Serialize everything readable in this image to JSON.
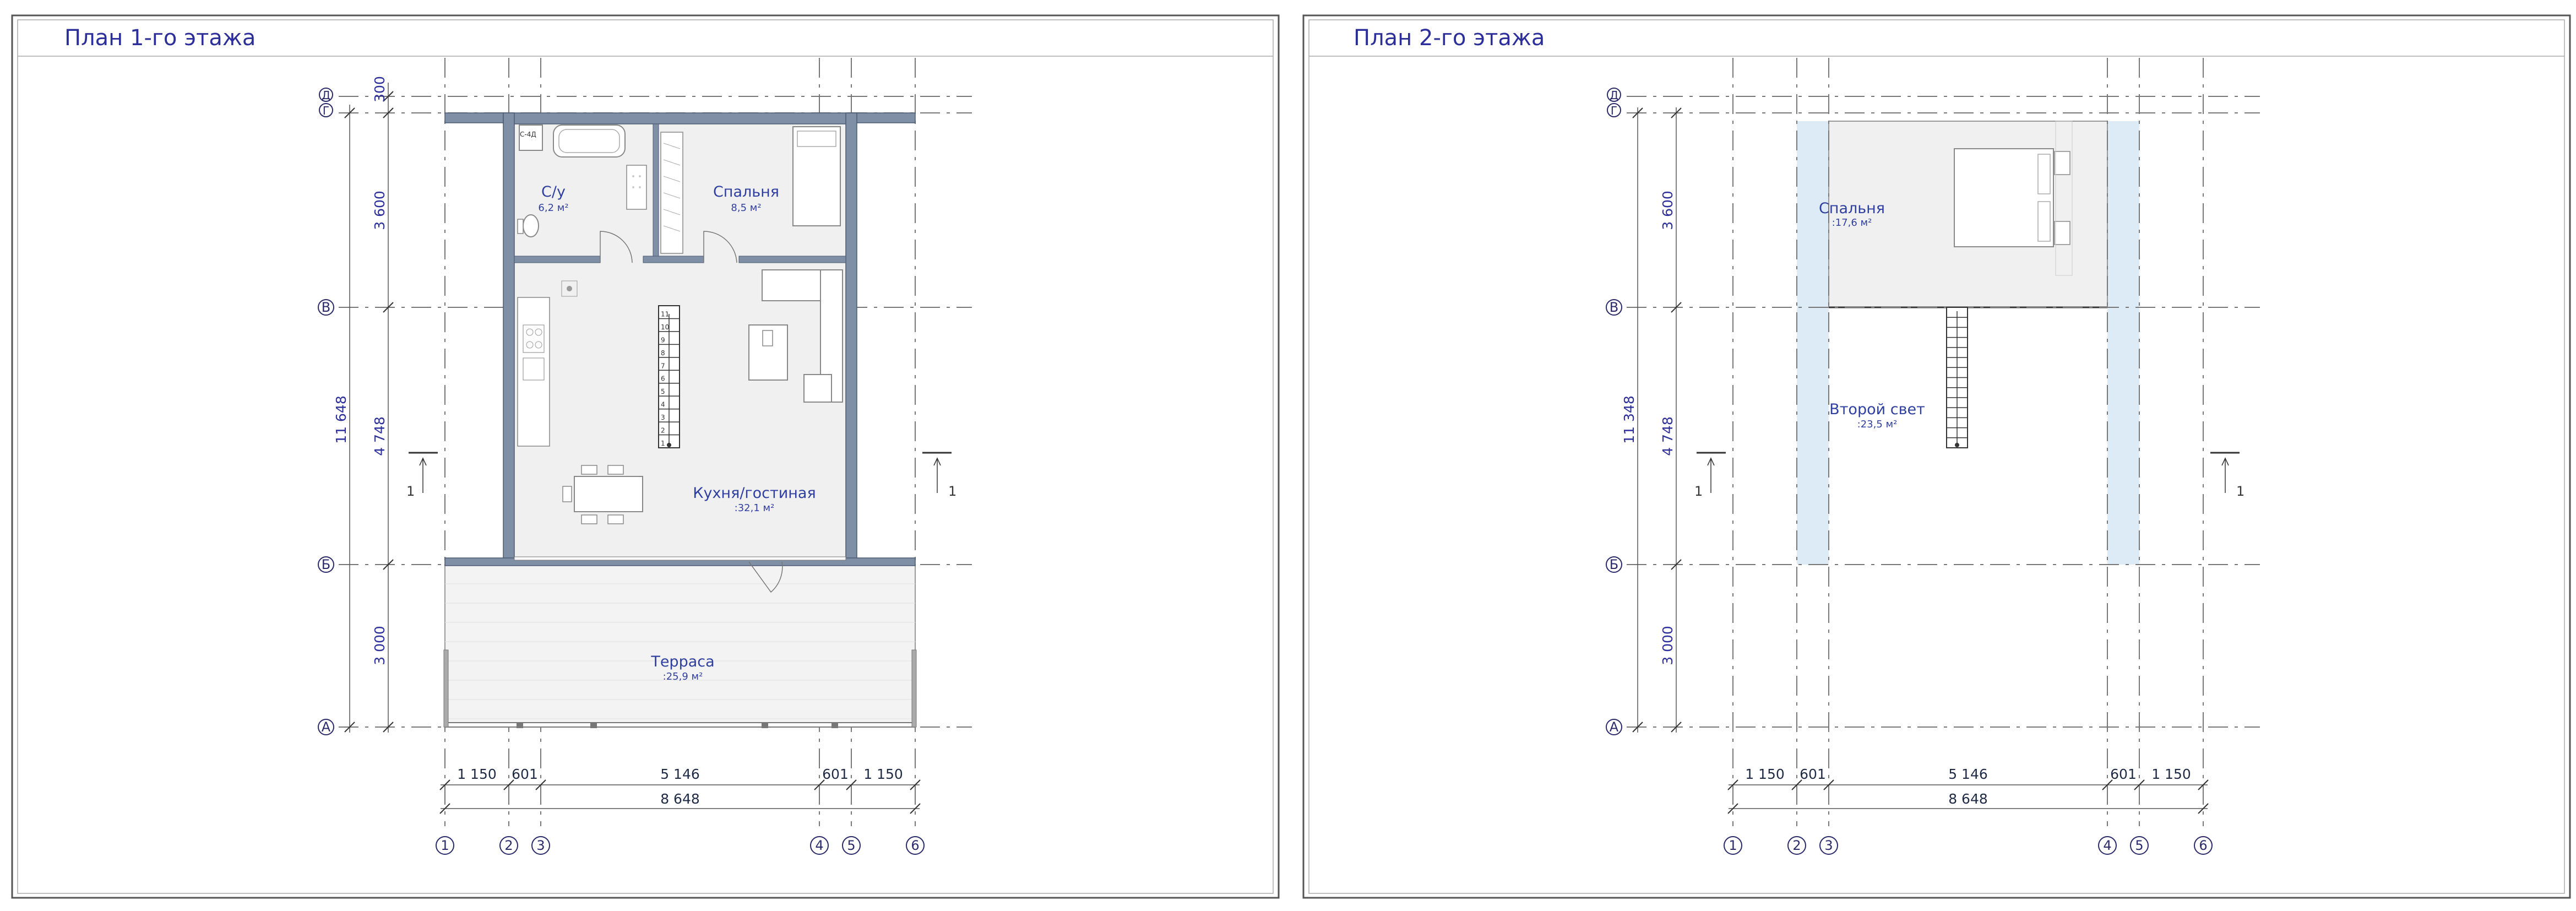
{
  "plan1": {
    "title": "План 1-го этажа",
    "axes_vertical": [
      "1",
      "2",
      "3",
      "4",
      "5",
      "6"
    ],
    "axes_horizontal": [
      "Д",
      "Г",
      "В",
      "Б",
      "А"
    ],
    "dims_top": [
      "1 150",
      "601",
      "5 146",
      "601",
      "1 150"
    ],
    "dim_total": "8 648",
    "dims_left": [
      "300",
      "3 600",
      "4 748",
      "3 000"
    ],
    "dim_left_total": "11 648",
    "section_label": "1",
    "rooms": [
      {
        "name": "С/у",
        "area": "6,2 м²"
      },
      {
        "name": "Спальня",
        "area": "8,5 м²"
      },
      {
        "name": "Кухня/гостиная",
        "area": ":32,1 м²"
      },
      {
        "name": "Терраса",
        "area": ":25,9 м²"
      }
    ],
    "wash_label": "С-4Д",
    "stair_steps": [
      "1",
      "2",
      "3",
      "4",
      "5",
      "6",
      "7",
      "8",
      "9",
      "10",
      "11"
    ]
  },
  "plan2": {
    "title": "План 2-го этажа",
    "axes_vertical": [
      "1",
      "2",
      "3",
      "4",
      "5",
      "6"
    ],
    "axes_horizontal": [
      "Д",
      "Г",
      "В",
      "Б",
      "А"
    ],
    "dims_top": [
      "1 150",
      "601",
      "5 146",
      "601",
      "1 150"
    ],
    "dim_total": "8 648",
    "dims_left": [
      "3 600",
      "4 748",
      "3 000"
    ],
    "dim_left_total": "11 348",
    "section_label": "1",
    "rooms": [
      {
        "name": "Спальня",
        "area": ":17,6 м²"
      },
      {
        "name": "Второй свет",
        "area": ":23,5 м²"
      }
    ]
  },
  "colors": {
    "wall": "#7f8fa6",
    "glass": "#dcebf5",
    "axis": "#2a2a6a",
    "text_blue": "#2f3fa0",
    "title_blue": "#2c2f9a"
  }
}
